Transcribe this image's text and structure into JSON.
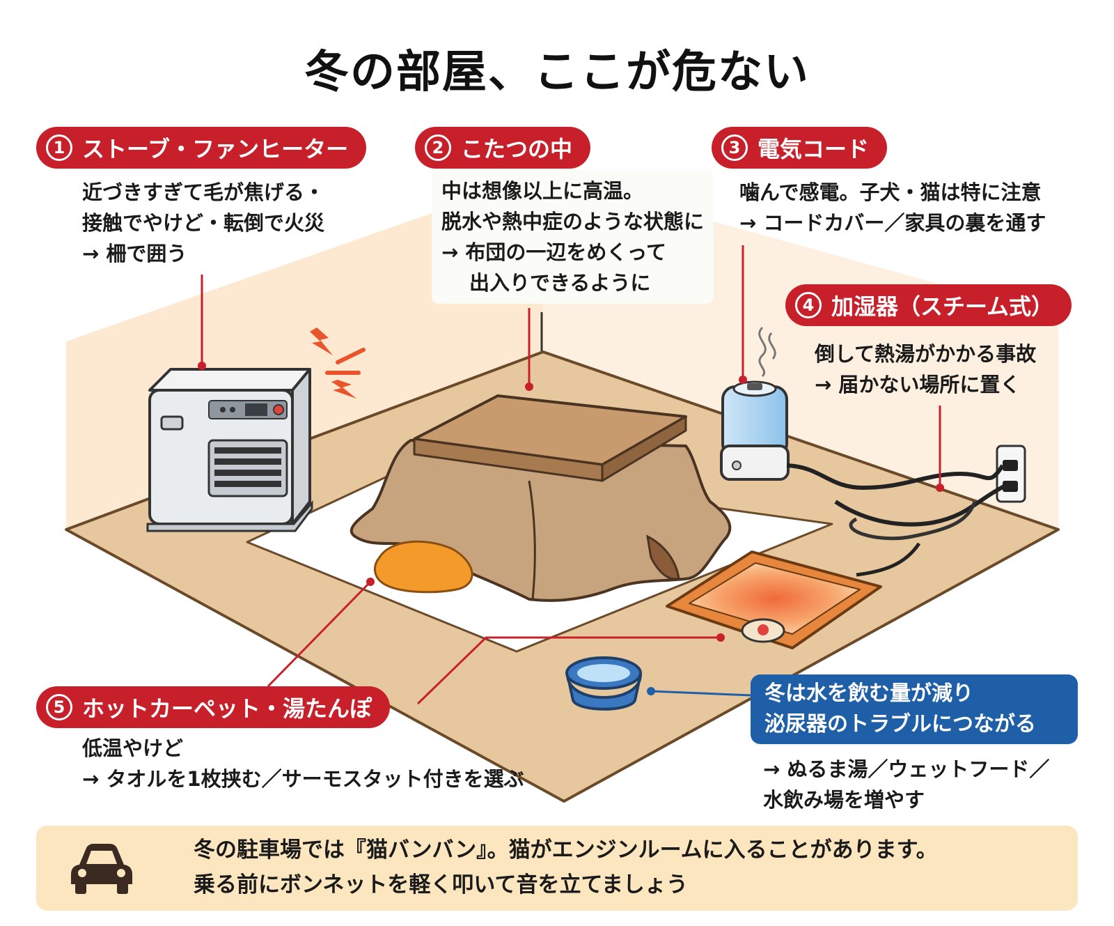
{
  "title": "冬の部屋、ここが危ない",
  "hazards": [
    {
      "num": "1",
      "label": "ストーブ・ファンヒーター",
      "lines": [
        "近づきすぎて毛が焦げる・",
        "接触でやけど・転倒で火災",
        "→ 柵で囲う"
      ]
    },
    {
      "num": "2",
      "label": "こたつの中",
      "lines": [
        "中は想像以上に高温。",
        "脱水や熱中症のような状態に",
        "→ 布団の一辺をめくって",
        "出入りできるように"
      ]
    },
    {
      "num": "3",
      "label": "電気コード",
      "lines": [
        "噛んで感電。子犬・猫は特に注意",
        "→ コードカバー／家具の裏を通す"
      ]
    },
    {
      "num": "4",
      "label": "加湿器（スチーム式）",
      "lines": [
        "倒して熱湯がかかる事故",
        "→ 届かない場所に置く"
      ]
    },
    {
      "num": "5",
      "label": "ホットカーペット・湯たんぽ",
      "lines": [
        "低温やけど",
        "→ タオルを1枚挟む／サーモスタット付きを選ぶ"
      ]
    }
  ],
  "water": {
    "lines": [
      "冬は水を飲む量が減り",
      "泌尿器のトラブルにつながる"
    ],
    "tips": [
      "→ ぬるま湯／ウェットフード／",
      "水飲み場を増やす"
    ]
  },
  "footer": {
    "icon": "car-icon",
    "lines": [
      "冬の駐車場では『猫バンバン』。猫がエンジンルームに入ることがあります。",
      "乗る前にボンネットを軽く叩いて音を立てましょう"
    ]
  },
  "colors": {
    "accent_red": "#c8202a",
    "accent_blue": "#1e5fa8",
    "floor": "#e7c79e",
    "footer_bg": "#fbe6bf"
  }
}
